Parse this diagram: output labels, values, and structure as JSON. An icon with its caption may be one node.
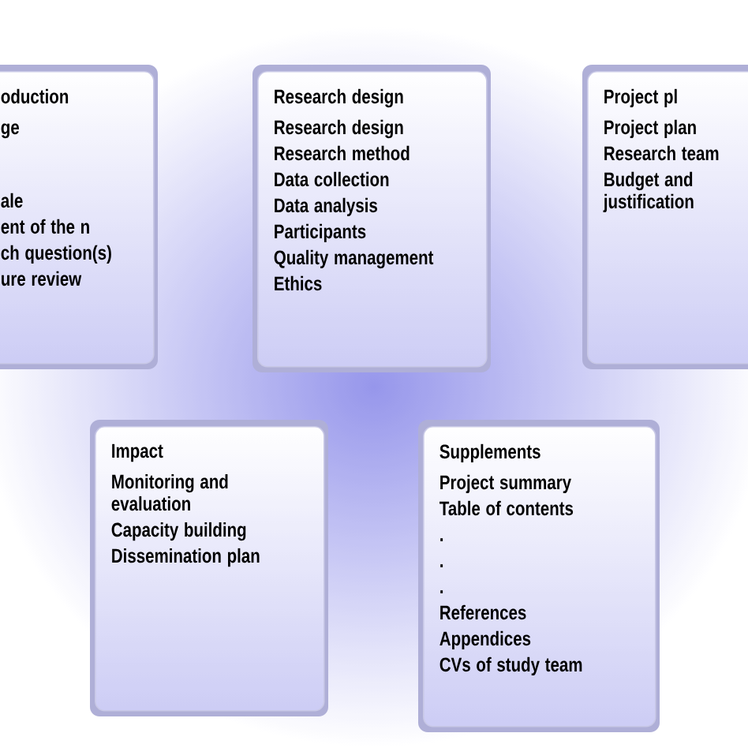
{
  "diagram": {
    "nodes": [
      {
        "text": [
          "oduction",
          "ge",
          "ale",
          "ent of the n",
          "ch question(s)",
          "ure review"
        ]
      },
      {
        "text": [
          "Research design",
          "Research design",
          "Research method",
          "Data collection",
          "Data analysis",
          "Participants",
          "Quality management",
          "Ethics"
        ]
      },
      {
        "text": [
          "Project pl",
          "Project plan",
          "Research team",
          "Budget and justification"
        ]
      },
      {
        "text": [
          "Impact",
          "Monitoring and evaluation",
          "Capacity building",
          "Dissemination plan"
        ]
      },
      {
        "text": [
          "Supplements",
          "Project summary",
          "Table of contents",
          ".",
          ".",
          ".",
          "References",
          "Appendices",
          "CVs of study team"
        ]
      }
    ]
  }
}
